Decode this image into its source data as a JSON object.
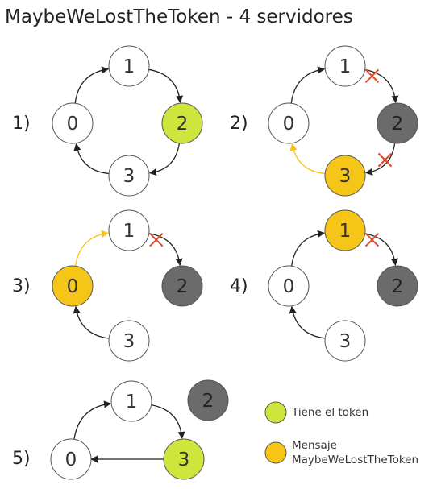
{
  "title": "MaybeWeLostTheToken - 4 servidores",
  "colors": {
    "idle": "#ffffff",
    "token": "#cde53c",
    "message": "#f5c518",
    "failed": "#6b6b6b",
    "idle_text": "#333333",
    "failed_text": "#222222",
    "stroke": "#555555",
    "arrow": "#222222",
    "message_arrow": "#f5c518",
    "cross": "#e04a2a"
  },
  "steps": [
    {
      "label": "1)",
      "nodes": [
        {
          "id": "0",
          "state": "idle"
        },
        {
          "id": "1",
          "state": "idle"
        },
        {
          "id": "2",
          "state": "token"
        },
        {
          "id": "3",
          "state": "idle"
        }
      ],
      "edges": [
        {
          "from": "0",
          "to": "1",
          "kind": "normal"
        },
        {
          "from": "1",
          "to": "2",
          "kind": "normal"
        },
        {
          "from": "2",
          "to": "3",
          "kind": "normal"
        },
        {
          "from": "3",
          "to": "0",
          "kind": "normal"
        }
      ]
    },
    {
      "label": "2)",
      "nodes": [
        {
          "id": "0",
          "state": "idle"
        },
        {
          "id": "1",
          "state": "idle"
        },
        {
          "id": "2",
          "state": "failed"
        },
        {
          "id": "3",
          "state": "message"
        }
      ],
      "edges": [
        {
          "from": "0",
          "to": "1",
          "kind": "normal"
        },
        {
          "from": "1",
          "to": "2",
          "kind": "broken"
        },
        {
          "from": "2",
          "to": "3",
          "kind": "broken"
        },
        {
          "from": "3",
          "to": "0",
          "kind": "message"
        }
      ]
    },
    {
      "label": "3)",
      "nodes": [
        {
          "id": "0",
          "state": "message"
        },
        {
          "id": "1",
          "state": "idle"
        },
        {
          "id": "2",
          "state": "failed"
        },
        {
          "id": "3",
          "state": "idle"
        }
      ],
      "edges": [
        {
          "from": "0",
          "to": "1",
          "kind": "message"
        },
        {
          "from": "1",
          "to": "2",
          "kind": "broken"
        },
        {
          "from": "3",
          "to": "0",
          "kind": "normal"
        }
      ]
    },
    {
      "label": "4)",
      "nodes": [
        {
          "id": "0",
          "state": "idle"
        },
        {
          "id": "1",
          "state": "message"
        },
        {
          "id": "2",
          "state": "failed"
        },
        {
          "id": "3",
          "state": "idle"
        }
      ],
      "edges": [
        {
          "from": "0",
          "to": "1",
          "kind": "normal"
        },
        {
          "from": "1",
          "to": "2",
          "kind": "broken"
        },
        {
          "from": "3",
          "to": "0",
          "kind": "normal"
        }
      ]
    },
    {
      "label": "5)",
      "nodes": [
        {
          "id": "0",
          "state": "idle"
        },
        {
          "id": "1",
          "state": "idle"
        },
        {
          "id": "2",
          "state": "failed"
        },
        {
          "id": "3",
          "state": "token"
        }
      ],
      "edges": [
        {
          "from": "0",
          "to": "1",
          "kind": "normal"
        },
        {
          "from": "1",
          "to": "3",
          "kind": "normal"
        },
        {
          "from": "3",
          "to": "0",
          "kind": "normal"
        }
      ]
    }
  ],
  "legend": [
    {
      "state": "token",
      "text": [
        "Tiene el token"
      ]
    },
    {
      "state": "message",
      "text": [
        "Mensaje",
        "MaybeWeLostTheToken"
      ]
    }
  ]
}
